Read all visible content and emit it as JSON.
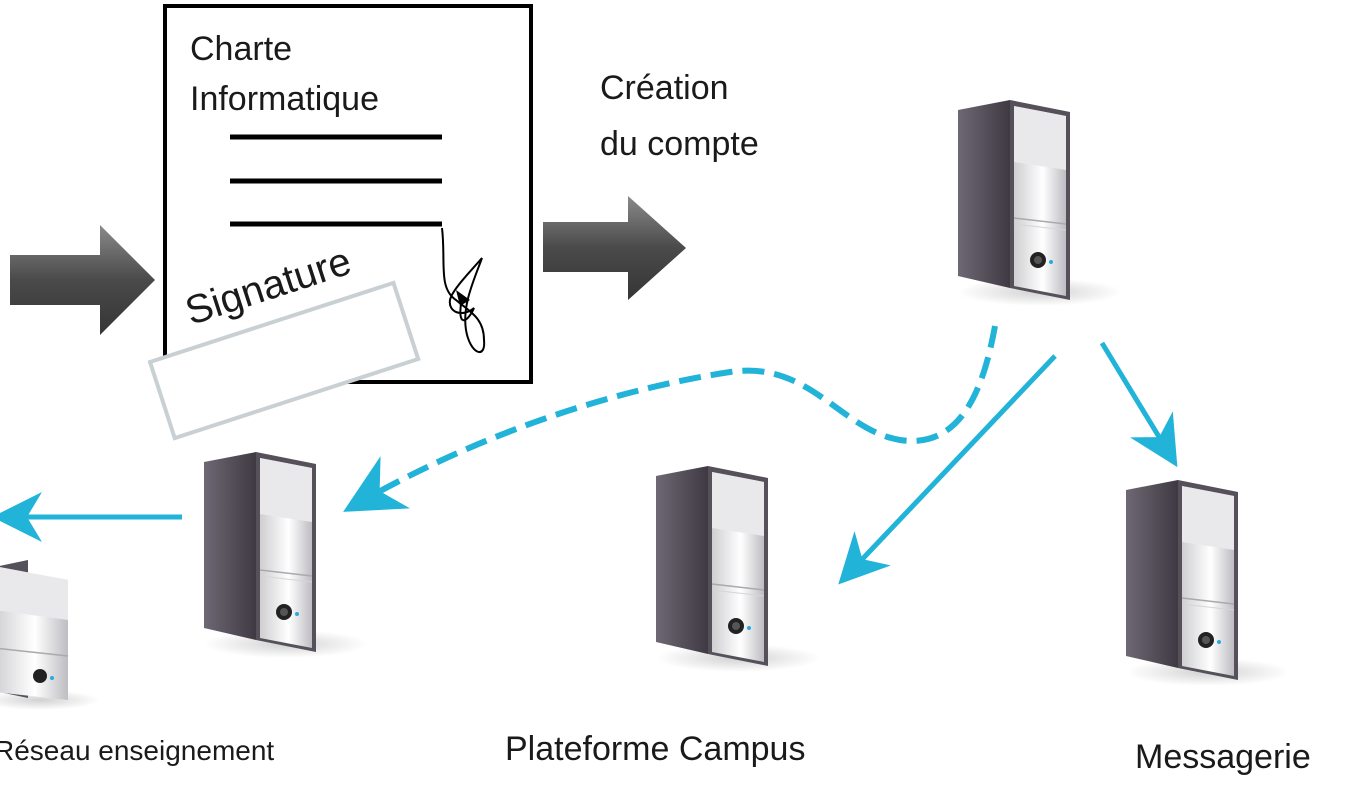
{
  "document": {
    "title_line1": "Charte",
    "title_line2": "Informatique",
    "stamp": "Signature"
  },
  "step_label": {
    "line1": "Création",
    "line2": "du compte"
  },
  "servers": {
    "reseau_label": "Réseau enseignement",
    "campus_label": "Plateforme Campus",
    "messagerie_label": "Messagerie"
  },
  "colors": {
    "arrow_dark": "#4a4a4a",
    "link_blue": "#22b3d8",
    "doc_border": "#000000",
    "stamp_border": "#c9d0d4"
  }
}
